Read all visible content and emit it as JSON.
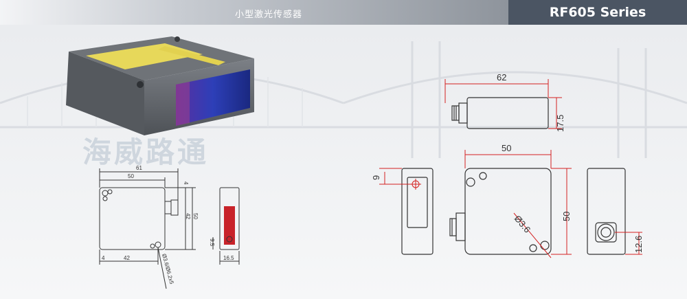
{
  "header": {
    "subtitle": "小型激光传感器",
    "series_title": "RF605 Series"
  },
  "watermark": "海威路通",
  "small_drawing": {
    "dim_61": "61",
    "dim_50": "50",
    "dim_4_top": "4",
    "dim_42_right": "42",
    "dim_50_right": "50",
    "dim_4_bottom": "4",
    "dim_42_bottom": "42",
    "dim_9_5": "9.5",
    "dim_16_5": "16.5",
    "hole_note": "Ø3.6/Ø6.2x5"
  },
  "large_drawing": {
    "dim_62": "62",
    "dim_17_5": "17.5",
    "dim_50_top": "50",
    "dim_9": "9",
    "dim_50_side": "50",
    "dim_dia_3_6": "Ø3.6",
    "dim_12_6": "12.6"
  },
  "colors": {
    "dimension_red": "#d42020",
    "outline": "#333333",
    "header_dark": "#4b5563"
  }
}
